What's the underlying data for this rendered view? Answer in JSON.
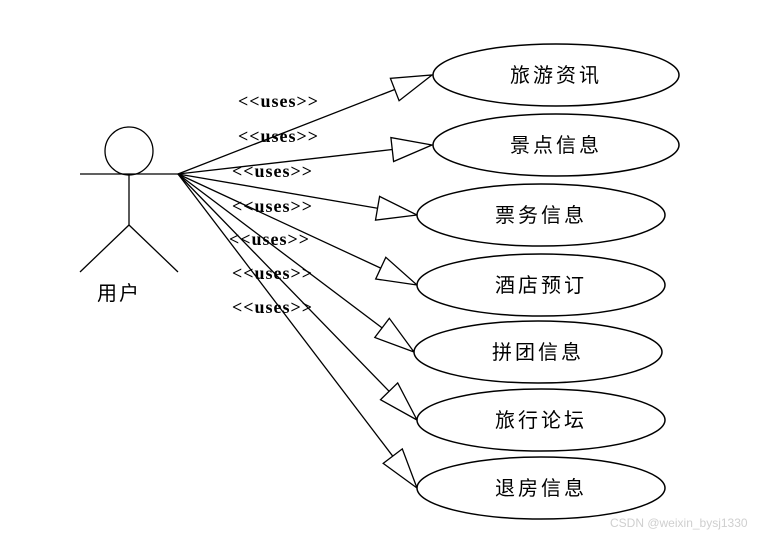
{
  "actor": {
    "label": "用户"
  },
  "relation_label": "<<uses>>",
  "use_cases": [
    {
      "label": "旅游资讯"
    },
    {
      "label": "景点信息"
    },
    {
      "label": "票务信息"
    },
    {
      "label": "酒店预订"
    },
    {
      "label": "拼团信息"
    },
    {
      "label": "旅行论坛"
    },
    {
      "label": "退房信息"
    }
  ],
  "watermark": "CSDN @weixin_bysj1330"
}
